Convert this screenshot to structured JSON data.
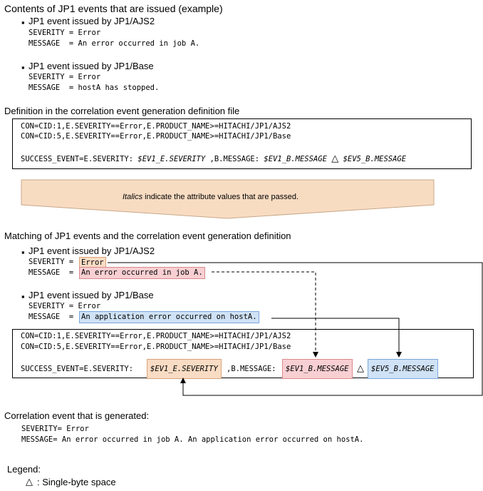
{
  "section1": {
    "title": "Contents of JP1 events that are issued (example)",
    "events": [
      {
        "bullet": "▪",
        "heading": "JP1 event issued by JP1/AJS2",
        "severity_line": "SEVERITY = Error",
        "message_line": "MESSAGE  = An error occurred in job A."
      },
      {
        "bullet": "▪",
        "heading": "JP1 event issued by JP1/Base",
        "severity_line": "SEVERITY = Error",
        "message_line": "MESSAGE  = hostA has stopped."
      }
    ]
  },
  "section2": {
    "title": "Definition in the correlation event generation definition file",
    "con_line1": "CON=CID:1,E.SEVERITY==Error,E.PRODUCT_NAME>=HITACHI/JP1/AJS2",
    "con_line2": "CON=CID:5,E.SEVERITY==Error,E.PRODUCT_NAME>=HITACHI/JP1/Base",
    "success_prefix": "SUCCESS_EVENT=E.SEVERITY:",
    "success_var1": "$EV1_E.SEVERITY",
    "success_mid": ",B.MESSAGE:",
    "success_var2": "$EV1_B.MESSAGE",
    "space_symbol": "△",
    "success_var3": "$EV5_B.MESSAGE"
  },
  "note": {
    "italic_word": "Italics",
    "rest": " indicate the attribute values that are passed."
  },
  "section3": {
    "title": "Matching of JP1 events and the correlation event generation definition",
    "event1": {
      "bullet": "▪",
      "heading": "JP1 event issued by JP1/AJS2",
      "severity_label": "SEVERITY = ",
      "severity_value": "Error",
      "message_label": "MESSAGE  = ",
      "message_value": "An error occurred in job A."
    },
    "event2": {
      "bullet": "▪",
      "heading": "JP1 event issued by JP1/Base",
      "severity_line": "SEVERITY = Error",
      "message_label": "MESSAGE  = ",
      "message_value": "An application error occurred on hostA."
    }
  },
  "section4": {
    "title": "Correlation event that is generated:",
    "severity_line": "SEVERITY= Error",
    "message_line": "MESSAGE= An error occurred in job A. An application error occurred on hostA."
  },
  "legend": {
    "title": "Legend:",
    "symbol": "△",
    "text": ": Single-byte space"
  },
  "colors": {
    "arrow_fill": "#f8dcc2",
    "arrow_stroke": "#c8a888",
    "highlight_orange": "#f9dcc4",
    "highlight_red": "#f8cfd2",
    "highlight_blue": "#cfe2f6"
  }
}
